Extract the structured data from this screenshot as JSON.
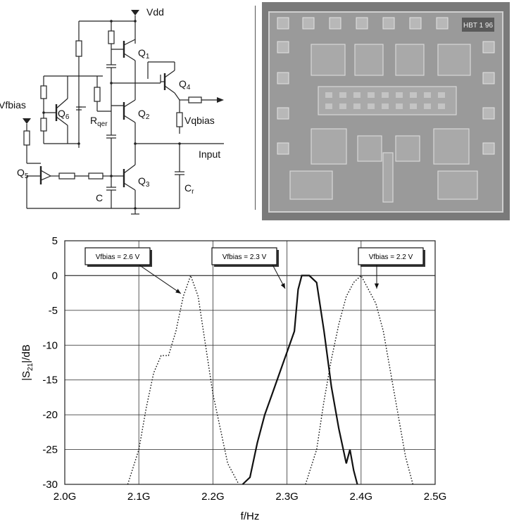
{
  "schematic": {
    "labels": {
      "vdd": "Vdd",
      "vfbias": "Vfbias",
      "q1": "Q",
      "q1_sub": "1",
      "q2": "Q",
      "q2_sub": "2",
      "q3": "Q",
      "q3_sub": "3",
      "q4": "Q",
      "q4_sub": "4",
      "q5": "Q",
      "q5_sub": "5",
      "q6": "Q",
      "q6_sub": "6",
      "rqer": "R",
      "rqer_sub": "qer",
      "vqbias": "Vqbias",
      "input": "Input",
      "c": "C",
      "cr": "C",
      "cr_sub": "r"
    }
  },
  "die_photo": {
    "label": "HBT 1 96"
  },
  "chart_data": {
    "type": "line",
    "xlabel": "f/Hz",
    "ylabel": "|S21|/dB",
    "xlim": [
      2.0,
      2.5
    ],
    "ylim": [
      -30,
      5
    ],
    "x_tick_labels": [
      "2.0G",
      "2.1G",
      "2.2G",
      "2.3G",
      "2.4G",
      "2.5G"
    ],
    "y_tick_labels": [
      "5",
      "0",
      "-5",
      "-10",
      "-15",
      "-20",
      "-25",
      "-30"
    ],
    "grid": true,
    "series": [
      {
        "name": "Vfbias = 2.6 V",
        "style": "dotted",
        "x": [
          2.085,
          2.1,
          2.11,
          2.12,
          2.13,
          2.14,
          2.15,
          2.16,
          2.17,
          2.18,
          2.19,
          2.2,
          2.21,
          2.22,
          2.235
        ],
        "y": [
          -30,
          -25,
          -19,
          -14,
          -11.5,
          -11.5,
          -8,
          -3,
          0,
          -3,
          -10,
          -17,
          -22,
          -27,
          -30
        ]
      },
      {
        "name": "Vfbias = 2.3 V",
        "style": "solid",
        "x": [
          2.24,
          2.25,
          2.26,
          2.27,
          2.28,
          2.29,
          2.3,
          2.31,
          2.315,
          2.32,
          2.33,
          2.34,
          2.35,
          2.36,
          2.37,
          2.38,
          2.385,
          2.39,
          2.395
        ],
        "y": [
          -30,
          -29,
          -24,
          -20,
          -17,
          -14,
          -11,
          -8,
          -2,
          0,
          0,
          -1,
          -8,
          -16,
          -22,
          -27,
          -25,
          -28,
          -30
        ]
      },
      {
        "name": "Vfbias = 2.2 V",
        "style": "dotted",
        "x": [
          2.325,
          2.34,
          2.35,
          2.36,
          2.37,
          2.38,
          2.39,
          2.4,
          2.41,
          2.42,
          2.43,
          2.44,
          2.45,
          2.46,
          2.47
        ],
        "y": [
          -30,
          -25,
          -18,
          -12,
          -7,
          -3,
          -1,
          0,
          -2,
          -4,
          -8,
          -14,
          -20,
          -26,
          -30
        ]
      }
    ],
    "annotations": [
      "Vfbias = 2.6 V",
      "Vfbias = 2.3 V",
      "Vfbias = 2.2 V"
    ]
  }
}
